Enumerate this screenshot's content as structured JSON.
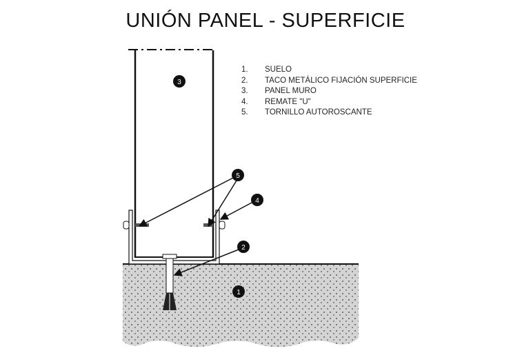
{
  "title": "UNIÓN PANEL - SUPERFICIE",
  "legend": [
    {
      "num": "1.",
      "label": "SUELO"
    },
    {
      "num": "2.",
      "label": "TACO METÁLICO FIJACIÓN SUPERFICIE"
    },
    {
      "num": "3.",
      "label": "PANEL MURO"
    },
    {
      "num": "4.",
      "label": "REMATE \"U\""
    },
    {
      "num": "5.",
      "label": "TORNILLO AUTOROSCANTE"
    }
  ],
  "callouts": {
    "c1": "1",
    "c2": "2",
    "c3": "3",
    "c4": "4",
    "c5": "5"
  }
}
